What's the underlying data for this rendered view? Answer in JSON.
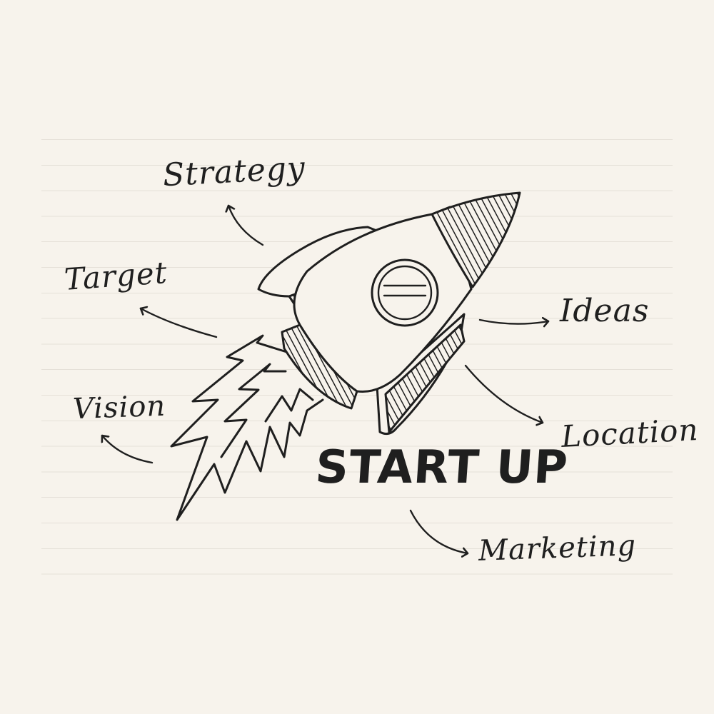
{
  "diagram": {
    "title": "START UP",
    "branches": {
      "strategy": "Strategy",
      "target": "Target",
      "vision": "Vision",
      "ideas": "Ideas",
      "location": "Location",
      "marketing": "Marketing"
    },
    "central_image": "rocket-sketch"
  },
  "colors": {
    "paper": "#f7f3ec",
    "ink": "#1f1f1f",
    "rule_lines": "#e5e0d8"
  }
}
